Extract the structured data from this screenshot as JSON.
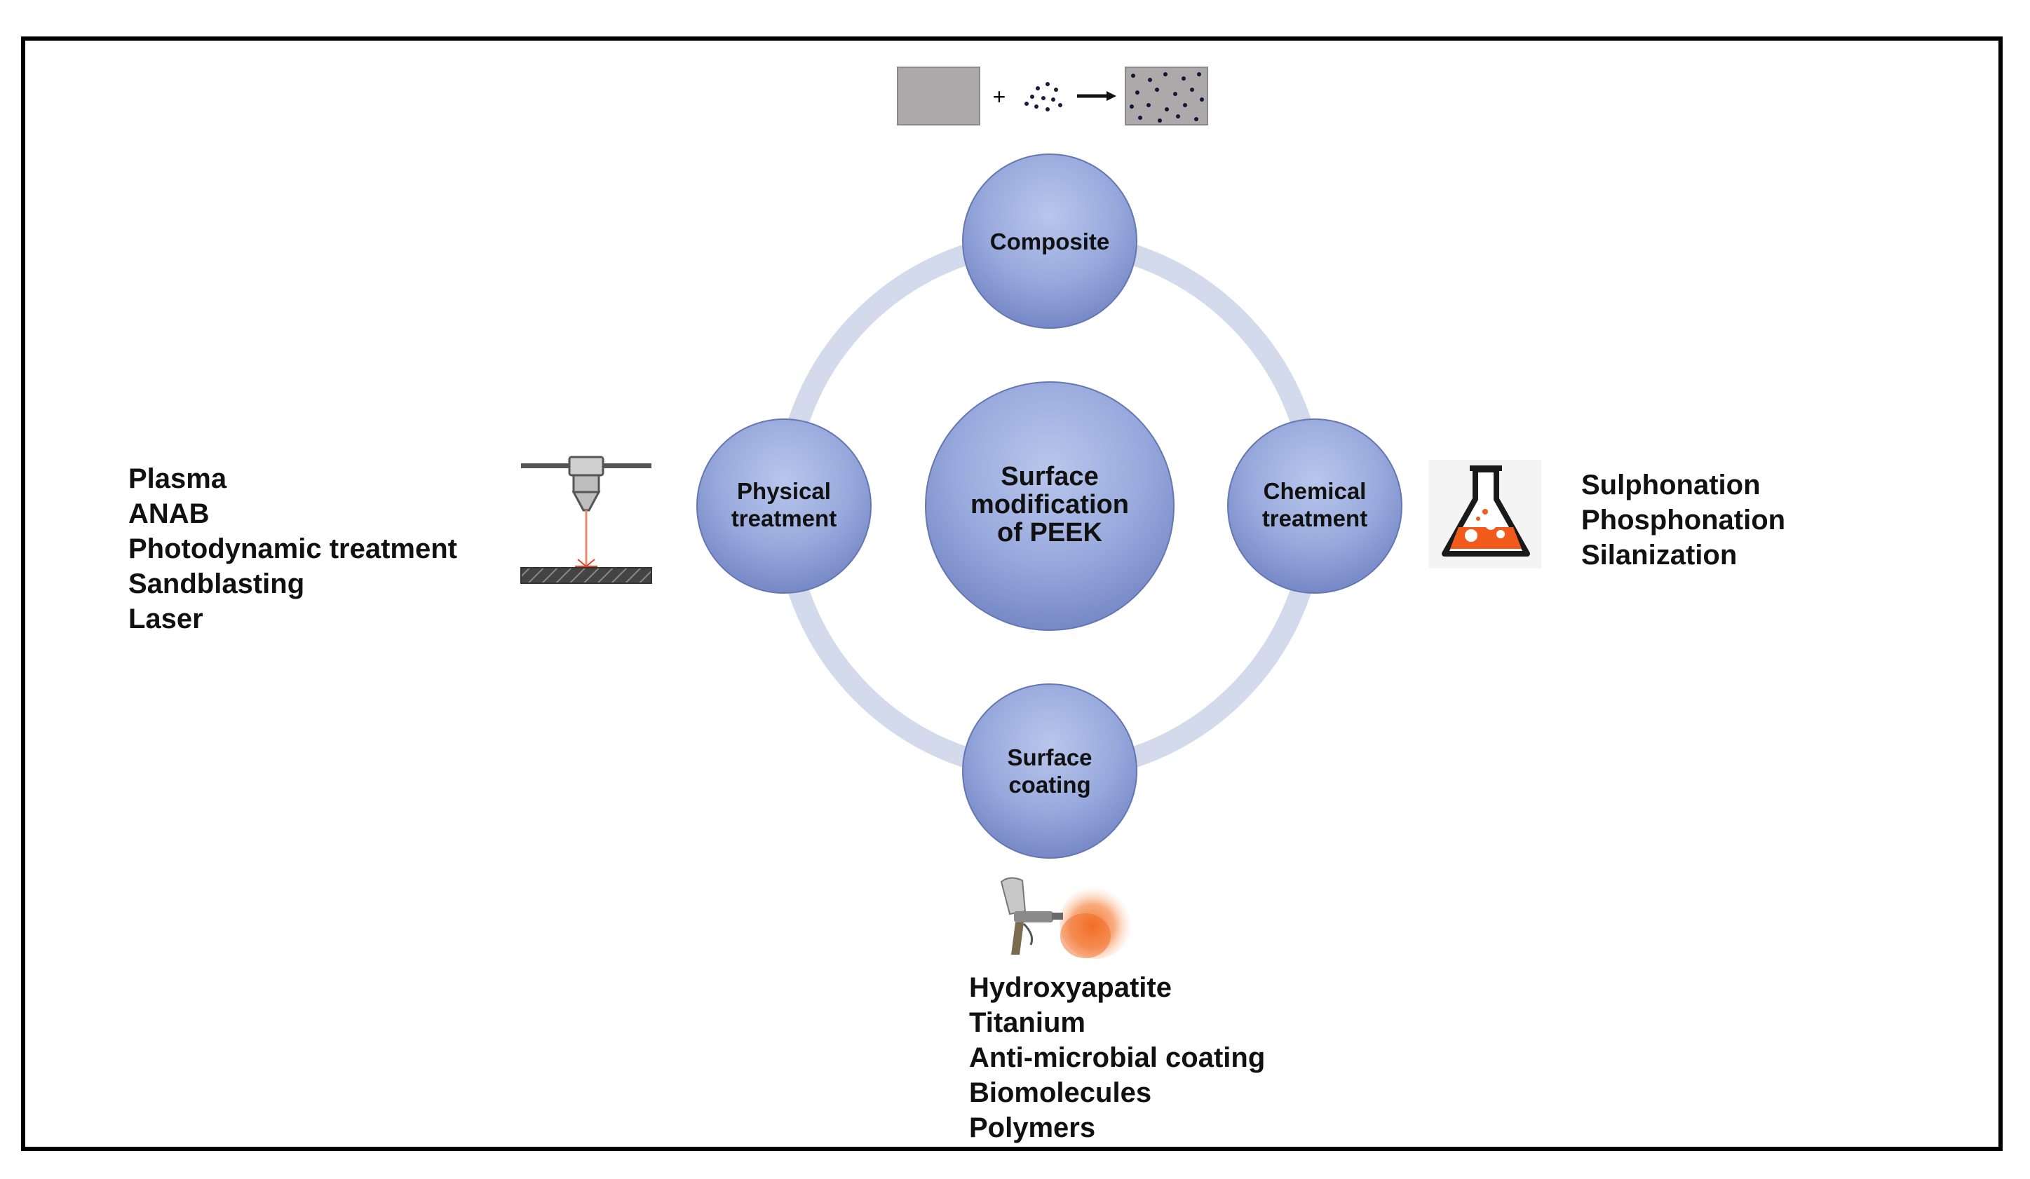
{
  "center": {
    "line1": "Surface",
    "line2": "modification",
    "line3": "of PEEK"
  },
  "nodes": {
    "top": {
      "line1": "Composite"
    },
    "left": {
      "line1": "Physical",
      "line2": "treatment"
    },
    "right": {
      "line1": "Chemical",
      "line2": "treatment"
    },
    "bottom": {
      "line1": "Surface",
      "line2": "coating"
    }
  },
  "composite_icon": {
    "plus": "+"
  },
  "physical_methods": [
    "Plasma",
    "ANAB",
    "Photodynamic treatment",
    "Sandblasting",
    "Laser"
  ],
  "chemical_methods": [
    "Sulphonation",
    "Phosphonation",
    "Silanization"
  ],
  "coating_methods": [
    "Hydroxyapatite",
    "Titanium",
    "Anti-microbial coating",
    "Biomolecules",
    "Polymers"
  ],
  "colors": {
    "ring": "#d3daec",
    "node_light": "#b2c1e8",
    "node_dark": "#7688c6",
    "node_stroke": "#6577b3",
    "orange": "#f15a1a",
    "frame": "#000000"
  },
  "icons": [
    "laser-icon",
    "flask-icon",
    "spray-gun-icon",
    "composite-formula-icon"
  ]
}
